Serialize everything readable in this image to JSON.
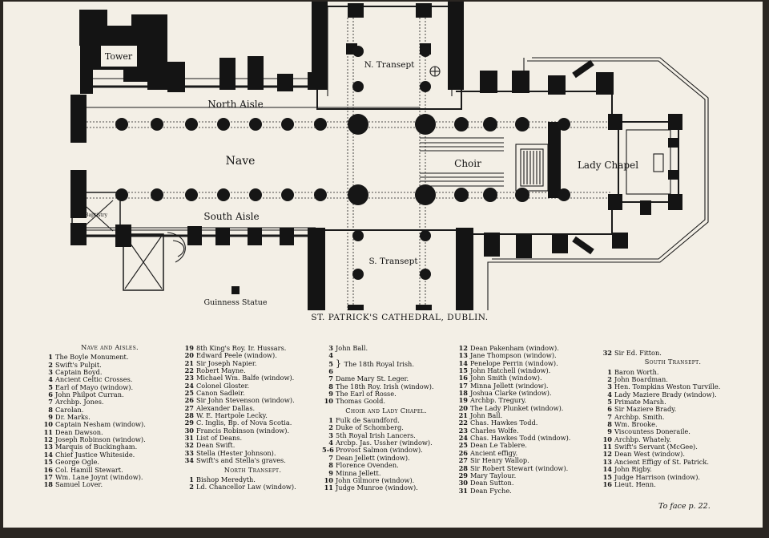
{
  "plan": {
    "labels": {
      "tower": "Tower",
      "north_aisle": "North Aisle",
      "nave": "Nave",
      "south_aisle": "South Aisle",
      "choir": "Choir",
      "lady_chapel": "Lady Chapel",
      "n_transept": "N. Transept",
      "s_transept": "S. Transept",
      "baptistry": "Baptistry",
      "guinness_statue": "Guinness Statue"
    }
  },
  "caption": "ST. PATRICK'S CATHEDRAL, DUBLIN.",
  "to_face": "To face p. 22.",
  "col1": {
    "heading": "Nave and Aisles.",
    "items": [
      {
        "n": "1",
        "t": "The Boyle Monument."
      },
      {
        "n": "2",
        "t": "Swift's Pulpit."
      },
      {
        "n": "3",
        "t": "Captain Boyd."
      },
      {
        "n": "4",
        "t": "Ancient Celtic Crosses."
      },
      {
        "n": "5",
        "t": "Earl of Mayo (window)."
      },
      {
        "n": "6",
        "t": "John Philpot Curran."
      },
      {
        "n": "7",
        "t": "Archbp. Jones."
      },
      {
        "n": "8",
        "t": "Carolan."
      },
      {
        "n": "9",
        "t": "Dr. Marks."
      },
      {
        "n": "10",
        "t": "Captain Nesham (window)."
      },
      {
        "n": "11",
        "t": "Dean Dawson."
      },
      {
        "n": "12",
        "t": "Joseph Robinson (window)."
      },
      {
        "n": "13",
        "t": "Marquis of Buckingham."
      },
      {
        "n": "14",
        "t": "Chief Justice Whiteside."
      },
      {
        "n": "15",
        "t": "George Ogle."
      },
      {
        "n": "16",
        "t": "Col. Hamill Stewart."
      },
      {
        "n": "17",
        "t": "Wm. Lane Joynt (window)."
      },
      {
        "n": "18",
        "t": "Samuel Lover."
      }
    ]
  },
  "col2": {
    "items": [
      {
        "n": "19",
        "t": "8th King's Roy. Ir. Hussars."
      },
      {
        "n": "20",
        "t": "Edward Peele (window)."
      },
      {
        "n": "21",
        "t": "Sir Joseph Napier."
      },
      {
        "n": "22",
        "t": "Robert Mayne."
      },
      {
        "n": "23",
        "t": "Michael Wm. Balfe (window)."
      },
      {
        "n": "24",
        "t": "Colonel Gloster."
      },
      {
        "n": "25",
        "t": "Canon Sadleir."
      },
      {
        "n": "26",
        "t": "Sir John Stevenson (window)."
      },
      {
        "n": "27",
        "t": "Alexander Dallas."
      },
      {
        "n": "28",
        "t": "W. E. Hartpole Lecky."
      },
      {
        "n": "29",
        "t": "C. Inglis, Bp. of Nova Scotia."
      },
      {
        "n": "30",
        "t": "Francis Robinson (window)."
      },
      {
        "n": "31",
        "t": "List of Deans."
      },
      {
        "n": "32",
        "t": "Dean Swift."
      },
      {
        "n": "33",
        "t": "Stella (Hester Johnson)."
      },
      {
        "n": "34",
        "t": "Swift's and Stella's graves."
      }
    ],
    "heading2": "North Transept.",
    "items2": [
      {
        "n": "1",
        "t": "Bishop Meredyth."
      },
      {
        "n": "2",
        "t": "Ld. Chancellor Law (window)."
      }
    ]
  },
  "col3": {
    "items": [
      {
        "n": "3",
        "t": "John Ball."
      },
      {
        "n": "4",
        "t": ""
      },
      {
        "n": "5",
        "t": "The 18th Royal Irish."
      },
      {
        "n": "6",
        "t": ""
      },
      {
        "n": "7",
        "t": "Dame Mary St. Leger."
      },
      {
        "n": "8",
        "t": "The 18th Roy. Irish (window)."
      },
      {
        "n": "9",
        "t": "The Earl of Rosse."
      },
      {
        "n": "10",
        "t": "Thomas Goold."
      }
    ],
    "heading2": "Choir and Lady Chapel.",
    "items2": [
      {
        "n": "1",
        "t": "Fulk de Saundford."
      },
      {
        "n": "2",
        "t": "Duke of Schomberg."
      },
      {
        "n": "3",
        "t": "5th Royal Irish Lancers."
      },
      {
        "n": "4",
        "t": "Arcbp. Jas. Ussher (window)."
      },
      {
        "n": "5-6",
        "t": "Provost Salmon (window)."
      },
      {
        "n": "7",
        "t": "Dean Jellett (window)."
      },
      {
        "n": "8",
        "t": "Florence Ovenden."
      },
      {
        "n": "9",
        "t": "Minna Jellett."
      },
      {
        "n": "10",
        "t": "John Gilmore (window)."
      },
      {
        "n": "11",
        "t": "Judge Munroe (window)."
      }
    ]
  },
  "col4": {
    "items": [
      {
        "n": "12",
        "t": "Dean Pakenham (window)."
      },
      {
        "n": "13",
        "t": "Jane Thompson (window)."
      },
      {
        "n": "14",
        "t": "Penelope Perrin (window)."
      },
      {
        "n": "15",
        "t": "John Hatchell (window)."
      },
      {
        "n": "16",
        "t": "John Smith (window)."
      },
      {
        "n": "17",
        "t": "Minna Jellett (window)."
      },
      {
        "n": "18",
        "t": "Joshua Clarke (window)."
      },
      {
        "n": "19",
        "t": "Archbp. Tregury."
      },
      {
        "n": "20",
        "t": "The Lady Plunket (window)."
      },
      {
        "n": "21",
        "t": "John Ball."
      },
      {
        "n": "22",
        "t": "Chas. Hawkes Todd."
      },
      {
        "n": "23",
        "t": "Charles Wolfe."
      },
      {
        "n": "24",
        "t": "Chas. Hawkes Todd (window)."
      },
      {
        "n": "25",
        "t": "Dean Le Tablere."
      },
      {
        "n": "26",
        "t": "Ancient effigy."
      },
      {
        "n": "27",
        "t": "Sir Henry Wallop."
      },
      {
        "n": "28",
        "t": "Sir Robert Stewart (window)."
      },
      {
        "n": "29",
        "t": "Mary Taylour."
      },
      {
        "n": "30",
        "t": "Dean Sutton."
      },
      {
        "n": "31",
        "t": "Dean Fyche."
      }
    ]
  },
  "col5": {
    "items": [
      {
        "n": "32",
        "t": "Sir Ed. Fitton."
      }
    ],
    "heading2": "South Transept.",
    "items2": [
      {
        "n": "1",
        "t": "Baron Worth."
      },
      {
        "n": "2",
        "t": "John Boardman."
      },
      {
        "n": "3",
        "t": "Hen. Tompkins Weston Turville."
      },
      {
        "n": "4",
        "t": "Lady Maziere Brady (window)."
      },
      {
        "n": "5",
        "t": "Primate Marsh."
      },
      {
        "n": "6",
        "t": "Sir Maziere Brady."
      },
      {
        "n": "7",
        "t": "Archbp. Smith."
      },
      {
        "n": "8",
        "t": "Wm. Brooke."
      },
      {
        "n": "9",
        "t": "Viscountess Doneraile."
      },
      {
        "n": "10",
        "t": "Archbp. Whately."
      },
      {
        "n": "11",
        "t": "Swift's Servant (McGee)."
      },
      {
        "n": "12",
        "t": "Dean West (window)."
      },
      {
        "n": "13",
        "t": "Ancient Effigy of St. Patrick."
      },
      {
        "n": "14",
        "t": "John Rigby."
      },
      {
        "n": "15",
        "t": "Judge Harrison (window)."
      },
      {
        "n": "16",
        "t": "Lieut. Henn."
      }
    ]
  }
}
